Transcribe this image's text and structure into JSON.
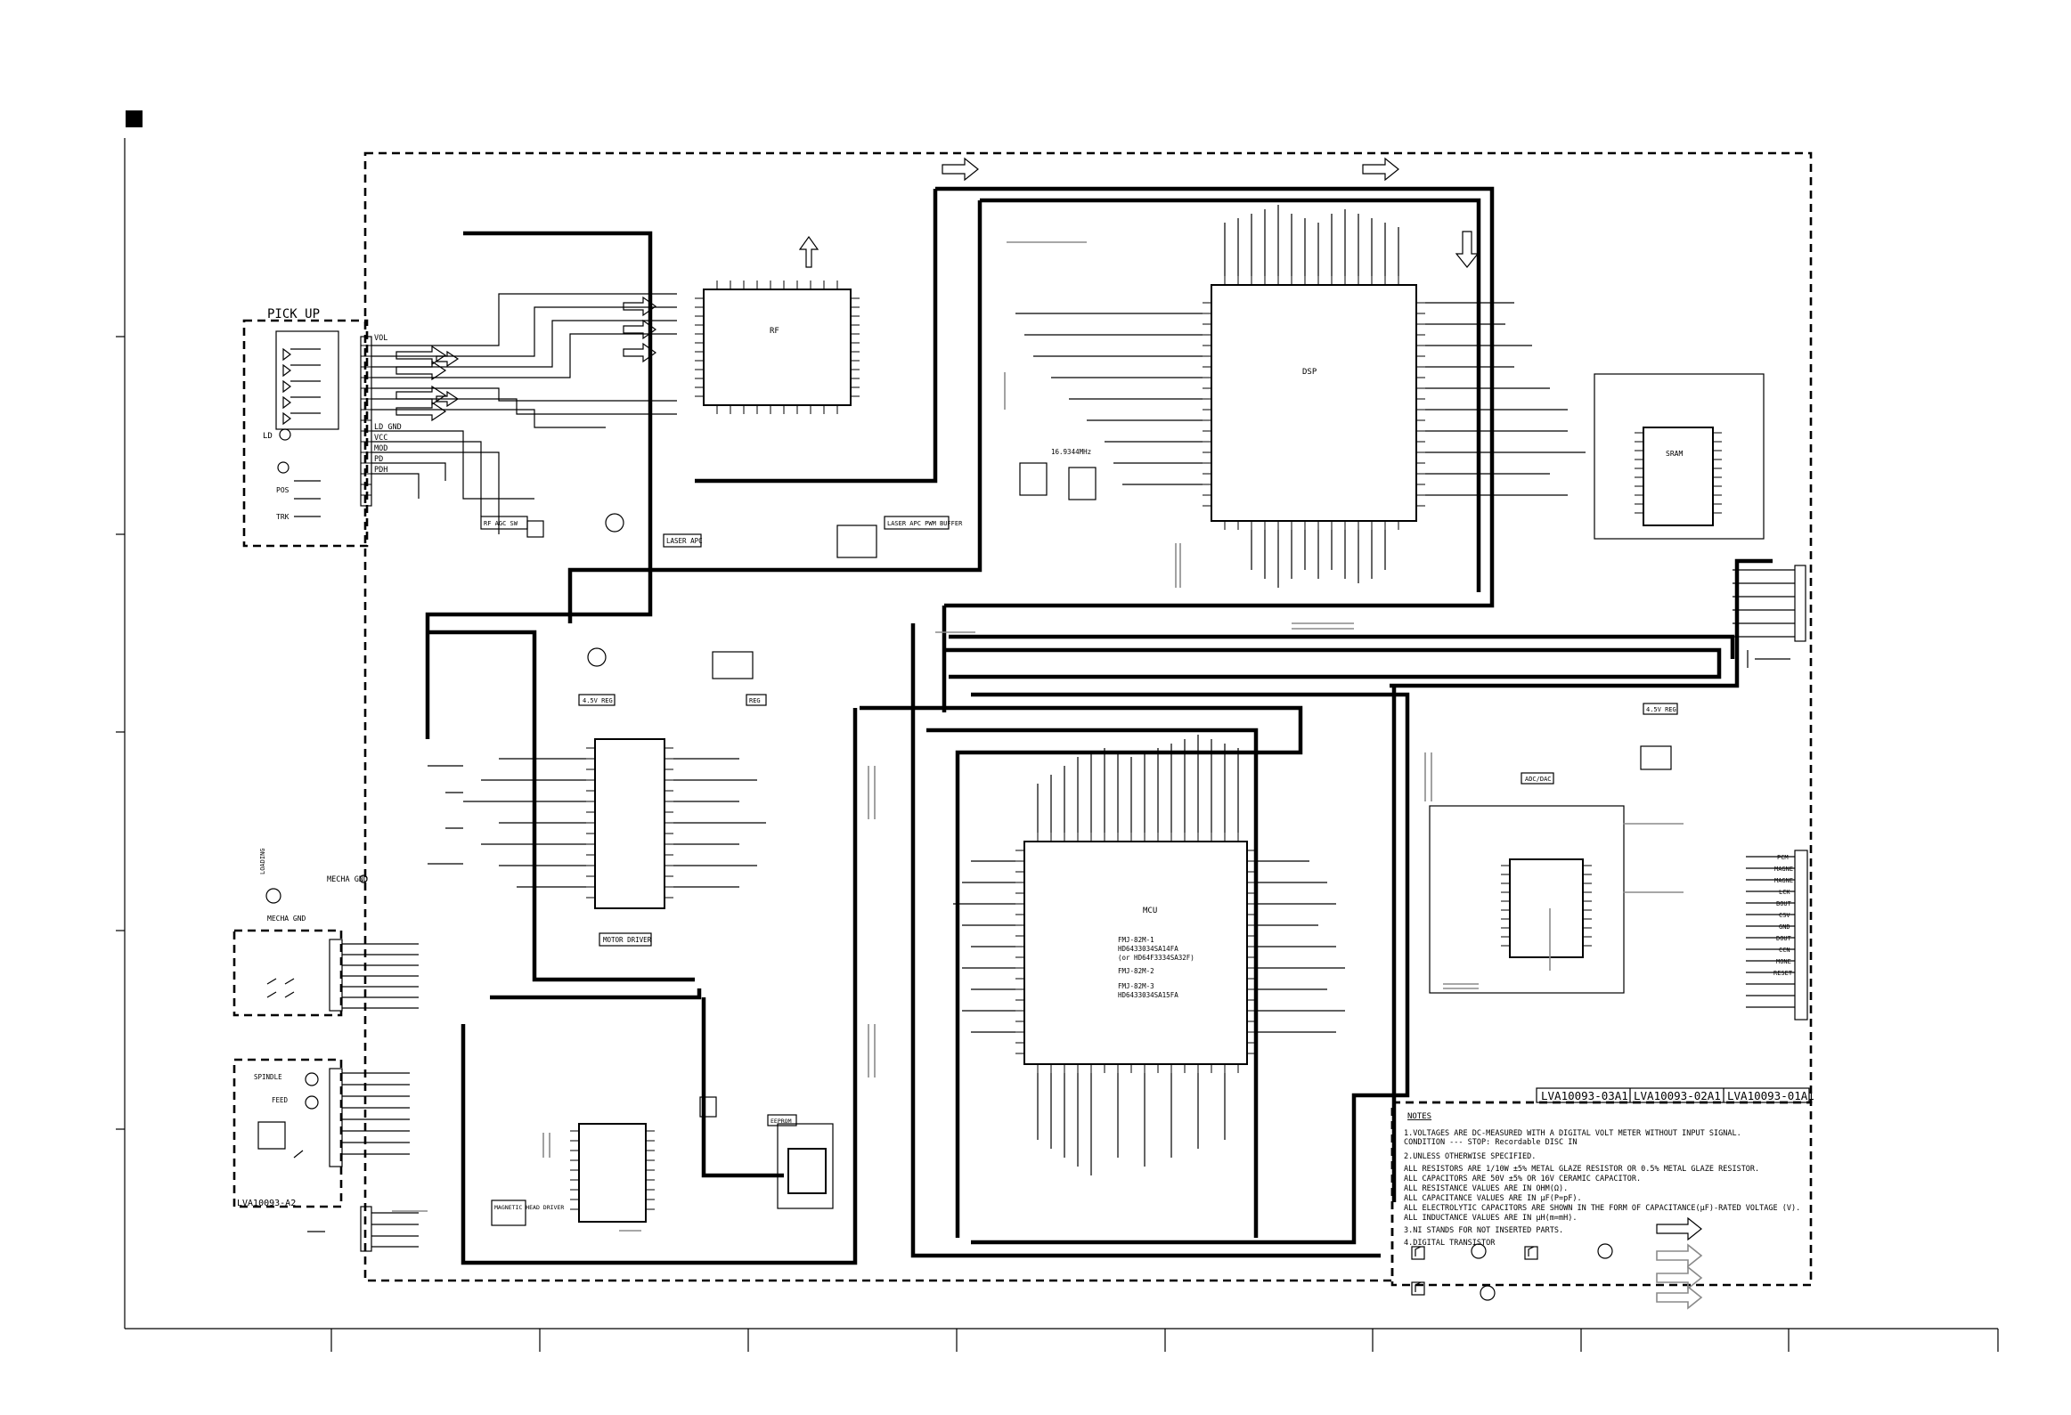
{
  "board_labels": {
    "board_03": "LVA10093-03A1",
    "board_02": "LVA10093-02A1",
    "board_01": "LVA10093-01A1",
    "board_a2": "LVA10093-A2",
    "pickup_title": "PICK UP"
  },
  "ic_labels": {
    "rf": "RF",
    "dsp": "DSP",
    "mcu": "MCU",
    "sram": "SRAM",
    "motor_driver": "MOTOR DRIVER",
    "magnetic_head_driver": "MAGNETIC HEAD DRIVER",
    "eeprom": "EEPROM",
    "adc_dac": "ADC/DAC",
    "laser_apc": "LASER APC",
    "laser_apc_pwm_buffer": "LASER APC PWM BUFFER",
    "rf_agc_sw": "RF AGC SW",
    "reg": "REG",
    "reg_45v": "4.5V REG",
    "reg_45v_right": "4.5V REG",
    "clock_osc": "16.9344MHz"
  },
  "mcu_parts": [
    "FMJ-82M-1",
    "HD6433034SA14FA",
    "(or HD64F3334SA32F)",
    "FMJ-82M-2",
    "FMJ-82M-3",
    "HD6433034SA15FA"
  ],
  "connector_labels": {
    "vol": "VOL",
    "ld_gnd": "LD GND",
    "vcc": "VCC",
    "mod": "MOD",
    "pd": "PD",
    "pdh": "PDH",
    "ld": "LD",
    "mecha_gnd": "MECHA GND",
    "mecha_gnd_top": "MECHA GND",
    "loading": "LOADING",
    "spindle": "SPINDLE",
    "feed": "FEED",
    "pos_mark": "POS",
    "trk_mark": "TRK"
  },
  "right_connector_pins": [
    "PCM",
    "MAGNE",
    "MAGNE",
    "LCK",
    "BOUT",
    "CSV",
    "GND",
    "DOUT",
    "CCN",
    "MONE",
    "RESET"
  ],
  "notes": {
    "title": "NOTES",
    "items": [
      "1.VOLTAGES ARE DC-MEASURED WITH A DIGITAL VOLT METER WITHOUT INPUT SIGNAL.",
      "  CONDITION --- STOP: Recordable DISC IN",
      "2.UNLESS OTHERWISE SPECIFIED.",
      "  ALL RESISTORS ARE 1/10W ±5% METAL GLAZE RESISTOR OR 0.5% METAL GLAZE RESISTOR.",
      "  ALL CAPACITORS ARE 50V ±5% OR 16V CERAMIC CAPACITOR.",
      "  ALL RESISTANCE VALUES ARE IN OHM(Ω).",
      "  ALL CAPACITANCE VALUES ARE IN μF(P=pF).",
      "  ALL ELECTROLYTIC CAPACITORS ARE SHOWN IN THE FORM OF CAPACITANCE(μF)-RATED VOLTAGE (V).",
      "  ALL INDUCTANCE VALUES ARE IN μH(m=mH).",
      "3.NI STANDS FOR NOT INSERTED PARTS.",
      "4.DIGITAL TRANSISTOR"
    ]
  }
}
